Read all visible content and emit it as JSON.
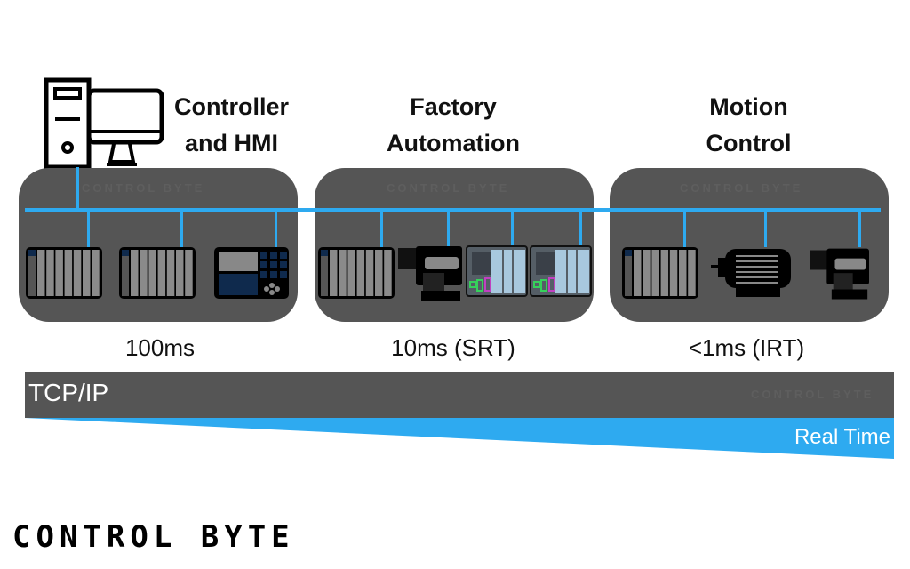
{
  "zones": [
    {
      "title_line1": "Controller",
      "title_line2": "and HMI",
      "timing": "100ms",
      "devices": [
        "plc-rack",
        "plc-rack",
        "hmi-panel"
      ]
    },
    {
      "title_line1": "Factory",
      "title_line2": "Automation",
      "timing": "10ms (SRT)",
      "devices": [
        "plc-rack",
        "drive",
        "s7-plc",
        "s7-plc"
      ]
    },
    {
      "title_line1": "Motion",
      "title_line2": "Control",
      "timing": "<1ms (IRT)",
      "devices": [
        "plc-rack",
        "motor",
        "drive"
      ]
    }
  ],
  "watermark": "CONTROL BYTE",
  "protocol_bar": {
    "left_label": "TCP/IP",
    "right_label": "Real Time"
  },
  "logo": {
    "text": "CONTROL BYTE"
  },
  "colors": {
    "bus": "#2eaaf0",
    "panel": "#555555",
    "realtime": "#2eaaf0"
  }
}
